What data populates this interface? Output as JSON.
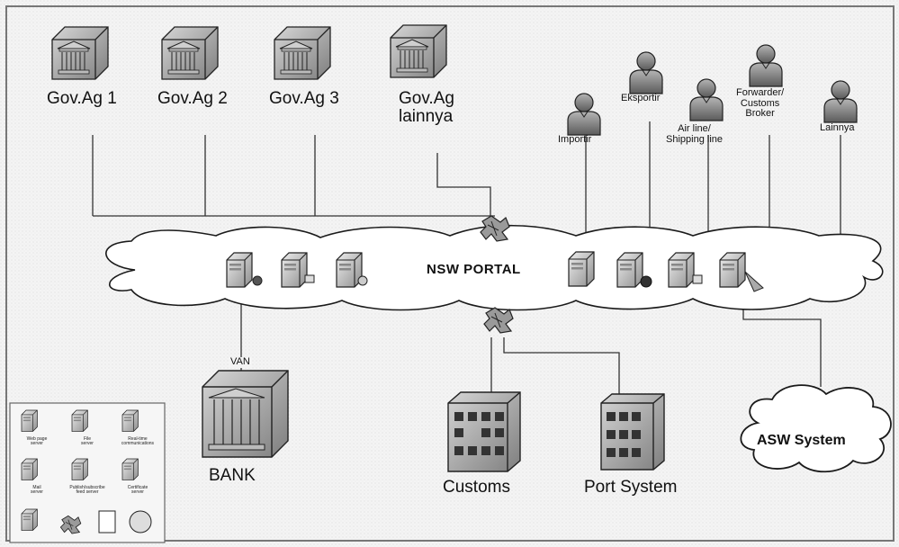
{
  "agencies": [
    {
      "label": "Gov.Ag 1",
      "icon": "government-building-icon"
    },
    {
      "label": "Gov.Ag 2",
      "icon": "government-building-icon"
    },
    {
      "label": "Gov.Ag 3",
      "icon": "government-building-icon"
    },
    {
      "label": "Gov.Ag\nlainnya",
      "icon": "government-building-icon"
    }
  ],
  "actors": [
    {
      "label": "Importir",
      "icon": "person-icon"
    },
    {
      "label": "Eksportir",
      "icon": "person-icon"
    },
    {
      "label": "Air line/\nShipping line",
      "icon": "person-icon"
    },
    {
      "label": "Forwarder/\nCustoms\nBroker",
      "icon": "person-icon"
    },
    {
      "label": "Lainnya",
      "icon": "person-icon"
    }
  ],
  "portal": {
    "label": "NSW PORTAL"
  },
  "bank": {
    "label": "BANK",
    "link_label": "VAN"
  },
  "customs": {
    "label": "Customs"
  },
  "port_system": {
    "label": "Port System"
  },
  "asw": {
    "label": "ASW System"
  },
  "legend": {
    "items": [
      "Web page\nserver",
      "File\nserver",
      "Real-time\ncommunications",
      "Mail\nserver",
      "Publish/subscribe\nfeed server",
      "Certificate\nserver"
    ]
  },
  "colors": {
    "line": "#333333",
    "cloud_fill": "#ffffff",
    "cloud_stroke": "#1a1a1a",
    "icon_gray": "#8c8c8c",
    "frame": "#777777"
  }
}
